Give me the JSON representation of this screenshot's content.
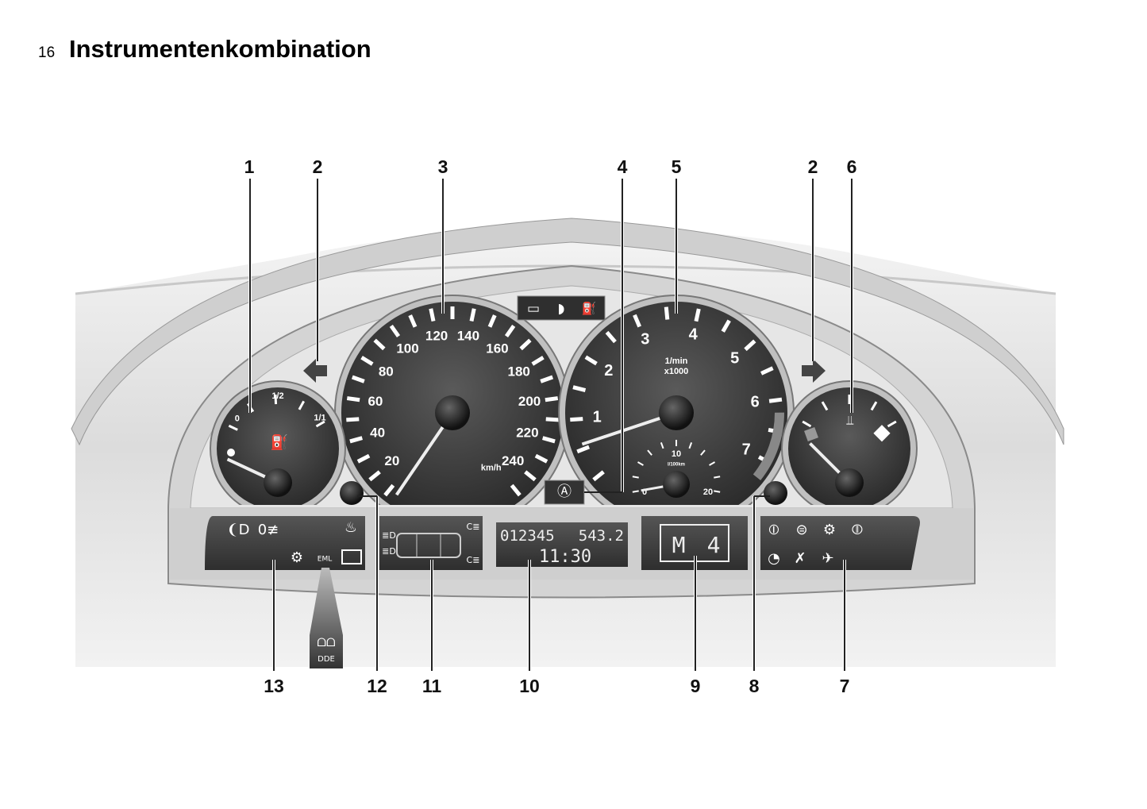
{
  "page": {
    "number": "16",
    "title": "Instrumentenkombination"
  },
  "callouts_top": [
    "1",
    "2",
    "3",
    "4",
    "5",
    "2",
    "6"
  ],
  "callouts_bottom": [
    "13",
    "12",
    "11",
    "10",
    "9",
    "8",
    "7"
  ],
  "speedometer": {
    "labels": [
      "20",
      "40",
      "60",
      "80",
      "100",
      "120",
      "140",
      "160",
      "180",
      "200",
      "220",
      "240"
    ],
    "unit": "km/h",
    "needle_value": 10
  },
  "tachometer": {
    "labels": [
      "1",
      "2",
      "3",
      "4",
      "5",
      "6",
      "7"
    ],
    "unit_line1": "1/min",
    "unit_line2": "x1000",
    "needle_value": 0.3
  },
  "economy": {
    "labels": [
      "0",
      "10",
      "20"
    ],
    "unit": "l/100km",
    "needle_value": 0
  },
  "fuel": {
    "labels": [
      "0",
      "1/2",
      "1/1"
    ],
    "needle_fraction": 0.0
  },
  "temperature": {
    "needle_fraction": 0.25
  },
  "odometer": {
    "total": "012345",
    "trip": "543.2",
    "clock": "11:30"
  },
  "gear_display": {
    "mode": "M",
    "gear": "4"
  },
  "indicators": {
    "eml": "EML",
    "dde": "DDE"
  },
  "colors": {
    "gauge_face": "#3a3a3a",
    "bezel": "#d8d8d8",
    "accent": "#b0b0b0"
  }
}
